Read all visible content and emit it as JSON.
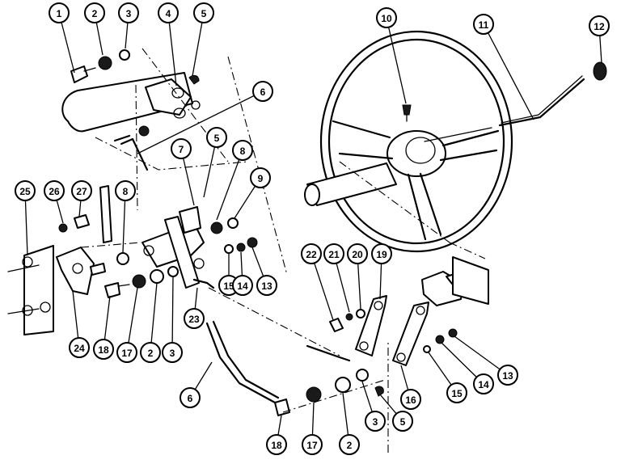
{
  "callouts": [
    "1",
    "2",
    "3",
    "4",
    "5",
    "6",
    "7",
    "5",
    "8",
    "9",
    "10",
    "11",
    "12",
    "25",
    "26",
    "27",
    "8",
    "15",
    "14",
    "13",
    "22",
    "21",
    "20",
    "19",
    "24",
    "18",
    "17",
    "2",
    "3",
    "23",
    "6",
    "16",
    "15",
    "14",
    "13",
    "18",
    "17",
    "2",
    "3",
    "5"
  ]
}
